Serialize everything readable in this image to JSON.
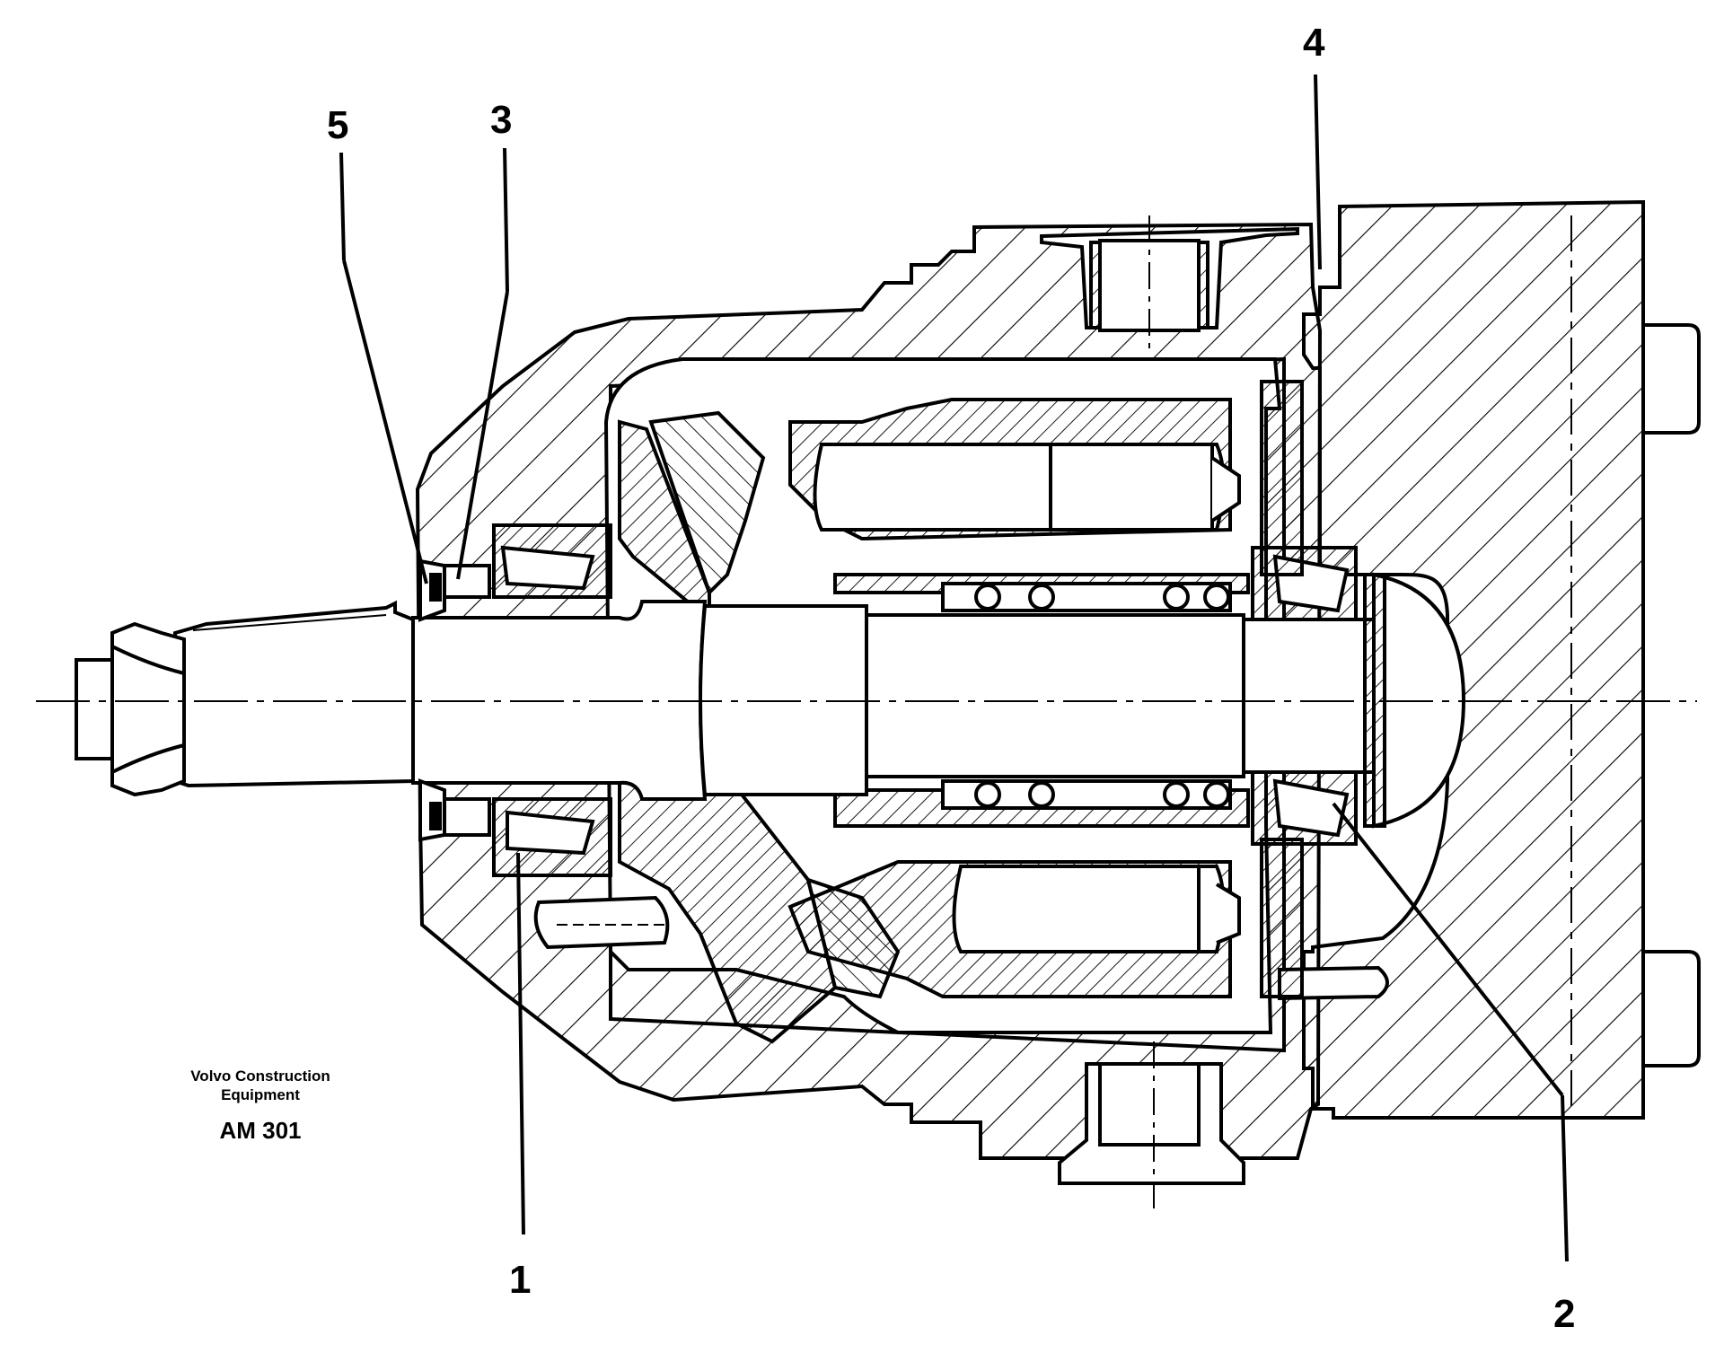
{
  "callouts": {
    "c1": "1",
    "c2": "2",
    "c3": "3",
    "c4": "4",
    "c5": "5"
  },
  "credit": {
    "line1": "Volvo Construction",
    "line2": "Equipment",
    "code": "AM 301"
  }
}
